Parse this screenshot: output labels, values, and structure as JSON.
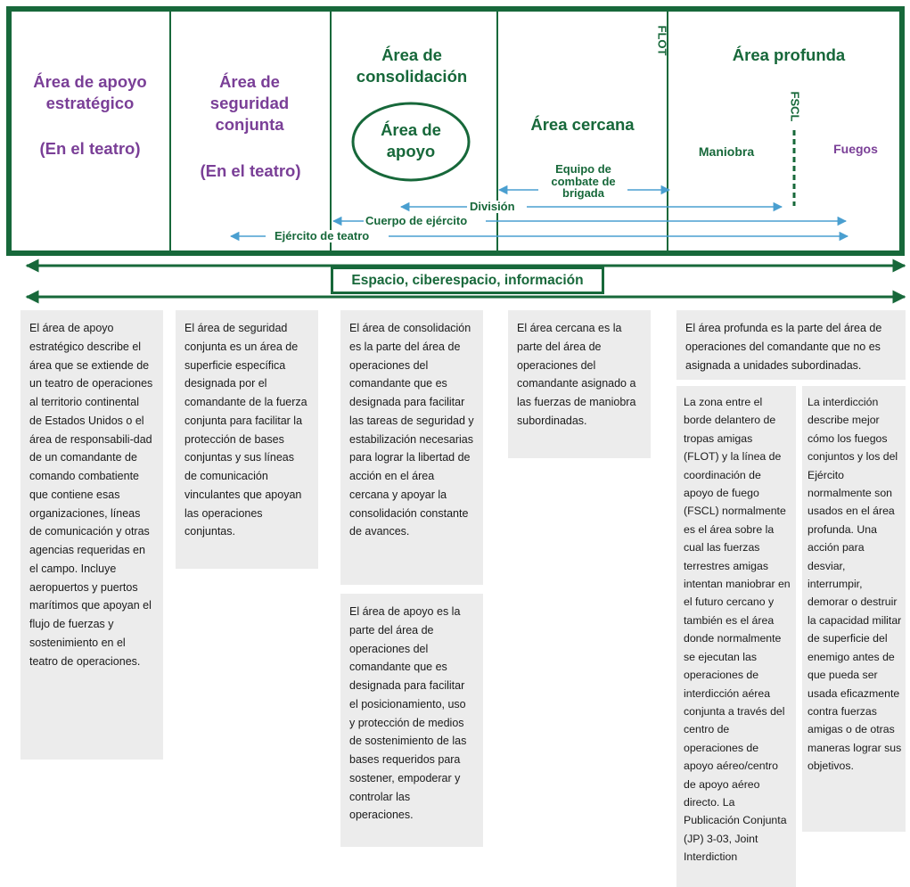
{
  "colors": {
    "green": "#17683a",
    "purple": "#7a3f97",
    "blue_arrow": "#4a9fd0",
    "panel_bg": "#ececec"
  },
  "zones": {
    "strategic_support": {
      "title": "Área de apoyo estratégico",
      "subtitle": "(En el teatro)"
    },
    "joint_security": {
      "title": "Área de seguridad conjunta",
      "subtitle": "(En el teatro)"
    },
    "consolidation": {
      "title": "Área de consolidación"
    },
    "support_area": {
      "title": "Área de apoyo"
    },
    "close_area": {
      "title": "Área cercana"
    },
    "deep_area": {
      "title": "Área profunda",
      "maneuver": "Maniobra",
      "fires": "Fuegos"
    }
  },
  "lines": {
    "flot": "FLOT",
    "fscl": "FSCL"
  },
  "echelons": {
    "bct": "Equipo de combate de brigada",
    "division": "División",
    "corps": "Cuerpo de ejército",
    "theater_army": "Ejército de teatro"
  },
  "band": {
    "label": "Espacio, ciberespacio, información"
  },
  "descriptions": {
    "strategic_support": "El área de apoyo estratégico describe el área que se extiende de un teatro de operaciones al territorio continental de Estados Unidos o el área de responsabili-dad de un comandante de comando combatiente que contiene esas organizaciones, líneas de comunicación y otras agencias requeridas en el campo. Incluye aeropuertos y puertos marítimos que apoyan el flujo de fuerzas y sostenimiento en el teatro de operaciones.",
    "joint_security": "El área de seguridad conjunta es un área de superficie específica designada por el comandante de la fuerza conjunta para facilitar la protección de bases conjuntas y sus líneas de comunicación vinculantes que apoyan las operaciones conjuntas.",
    "consolidation": "El área de consolidación es la parte del área de operaciones del comandante que es designada para facilitar las tareas de seguridad y estabilización necesarias para lograr la libertad de acción en el área cercana y apoyar la consolidación constante de avances.",
    "support_area": "El área de apoyo es la parte del área de operaciones del comandante que es designada para facilitar el posicionamiento, uso y protección de medios de sostenimiento de las bases requeridos para sostener, empoderar y controlar las operaciones.",
    "close_area": "El área cercana es la parte del área de operaciones del comandante asignado a las fuerzas de maniobra subordinadas.",
    "deep_area": "El área profunda es la parte del área de operaciones del comandante que no es asignada a unidades subordinadas.",
    "flot_fscl_zone": "La zona entre el borde delantero de tropas amigas (FLOT) y la línea de coordinación de apoyo de fuego (FSCL) normalmente es el área sobre la cual las fuerzas terrestres amigas intentan maniobrar en el futuro cercano y también es el área donde normalmente se ejecutan las operaciones de interdicción aérea conjunta a través del centro de operaciones de apoyo aéreo/centro de apoyo aéreo directo. La Publicación Conjunta (JP) 3-03, Joint Interdiction",
    "interdiction": "La interdicción describe mejor cómo los fuegos conjuntos y los del Ejército normalmente son usados en el área profunda. Una acción para desviar, interrumpir, demorar o destruir la capacidad militar de superficie del enemigo antes de que pueda ser usada eficazmente contra fuerzas amigas o de otras maneras lograr sus objetivos."
  }
}
